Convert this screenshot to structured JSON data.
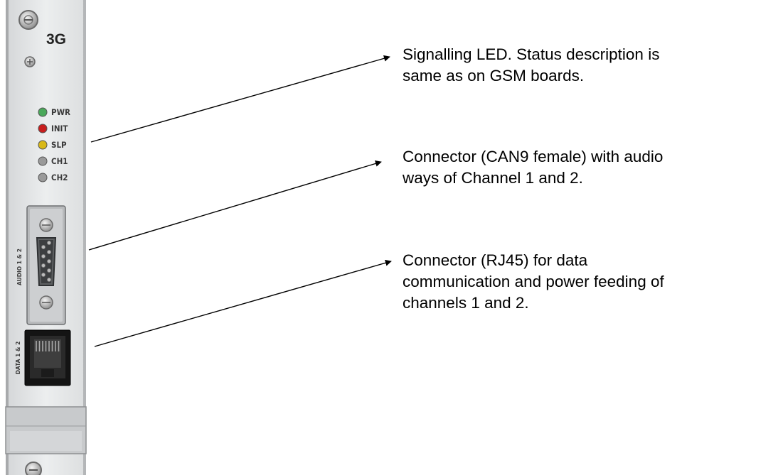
{
  "board": {
    "model": "3G",
    "leds": [
      {
        "label": "PWR",
        "color": "#4aa85a"
      },
      {
        "label": "INIT",
        "color": "#c81e1e"
      },
      {
        "label": "SLP",
        "color": "#d8b818"
      },
      {
        "label": "CH1",
        "color": "#9a9a9a"
      },
      {
        "label": "CH2",
        "color": "#9a9a9a"
      }
    ],
    "audio_port_label": "AUDIO 1 & 2",
    "data_port_label": "DATA 1 & 2"
  },
  "callouts": [
    {
      "lines": [
        "Signalling LED. Status description is",
        "same as on GSM boards."
      ]
    },
    {
      "lines": [
        "Connector (CAN9 female) with audio",
        "ways of Channel 1 and 2."
      ]
    },
    {
      "lines": [
        "Connector (RJ45) for data",
        "communication and power feeding of",
        "channels 1 and 2."
      ]
    }
  ]
}
